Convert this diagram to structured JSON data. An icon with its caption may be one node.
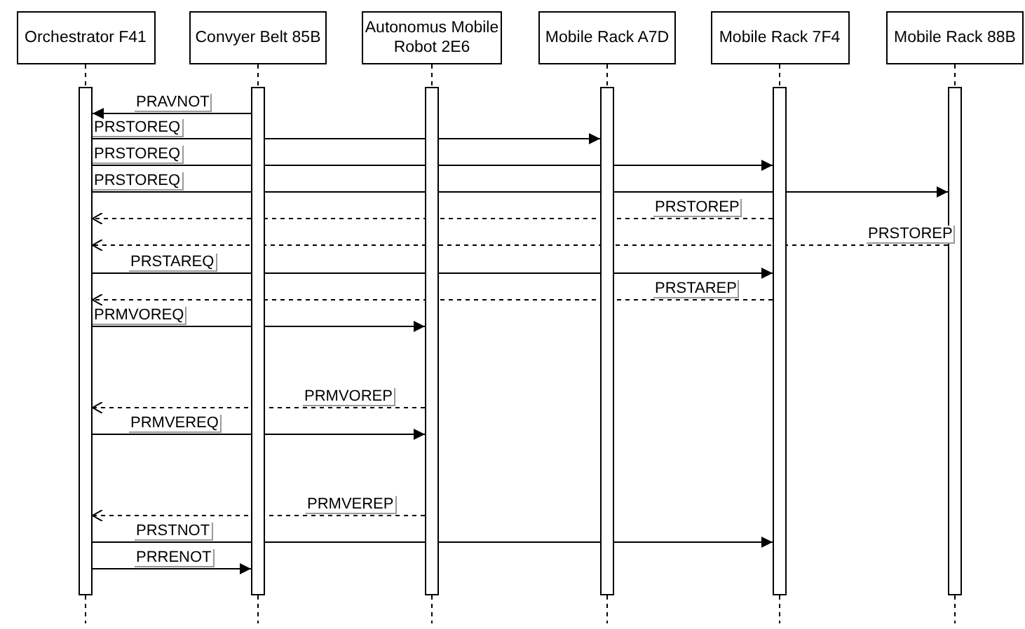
{
  "diagram": {
    "nodes": [
      {
        "text": [
          "Orchestrator F41"
        ]
      },
      {
        "text": [
          "Convyer Belt 85B"
        ]
      },
      {
        "text": [
          "Autonomus Mobile Robot 2E6"
        ]
      },
      {
        "text": [
          "Mobile Rack A7D"
        ]
      },
      {
        "text": [
          "Mobile Rack 7F4"
        ]
      },
      {
        "text": [
          "Mobile Rack 88B"
        ]
      },
      {
        "text": [],
        "shape": "bar"
      },
      {
        "text": [],
        "shape": "bar"
      },
      {
        "text": [],
        "shape": "bar"
      },
      {
        "text": [],
        "shape": "bar"
      },
      {
        "text": [],
        "shape": "bar"
      },
      {
        "text": [],
        "shape": "bar"
      }
    ],
    "edges": [
      {
        "from": 7,
        "to": 6,
        "arrow": "to",
        "label": "PRAVNOT"
      },
      {
        "from": 6,
        "to": 9,
        "arrow": "to",
        "label": "PRSTOREQ"
      },
      {
        "from": 6,
        "to": 10,
        "arrow": "to",
        "label": "PRSTOREQ"
      },
      {
        "from": 6,
        "to": 11,
        "arrow": "to",
        "label": "PRSTOREQ"
      },
      {
        "from": 10,
        "to": 6,
        "arrow": "to",
        "label": "PRSTOREP",
        "style": "dashed"
      },
      {
        "from": 11,
        "to": 6,
        "arrow": "to",
        "label": "PRSTOREP",
        "style": "dashed"
      },
      {
        "from": 6,
        "to": 10,
        "arrow": "to",
        "label": "PRSTAREQ"
      },
      {
        "from": 10,
        "to": 6,
        "arrow": "to",
        "label": "PRSTAREP",
        "style": "dashed"
      },
      {
        "from": 6,
        "to": 8,
        "arrow": "to",
        "label": "PRMVOREQ"
      },
      {
        "from": 8,
        "to": 6,
        "arrow": "to",
        "label": "PRMVOREP",
        "style": "dashed"
      },
      {
        "from": 6,
        "to": 8,
        "arrow": "to",
        "label": "PRMVEREQ"
      },
      {
        "from": 8,
        "to": 6,
        "arrow": "to",
        "label": "PRMVEREP",
        "style": "dashed"
      },
      {
        "from": 6,
        "to": 10,
        "arrow": "to",
        "label": "PRSTNOT"
      },
      {
        "from": 6,
        "to": 7,
        "arrow": "to",
        "label": "PRRENOT"
      },
      {
        "from": 0,
        "to": 6,
        "arrow": "none",
        "style": "dashed"
      },
      {
        "from": 1,
        "to": 7,
        "arrow": "none",
        "style": "dashed"
      },
      {
        "from": 2,
        "to": 8,
        "arrow": "none",
        "style": "dashed"
      },
      {
        "from": 3,
        "to": 9,
        "arrow": "none",
        "style": "dashed"
      },
      {
        "from": 4,
        "to": 10,
        "arrow": "none",
        "style": "dashed"
      },
      {
        "from": 5,
        "to": 11,
        "arrow": "none",
        "style": "dashed"
      }
    ]
  }
}
